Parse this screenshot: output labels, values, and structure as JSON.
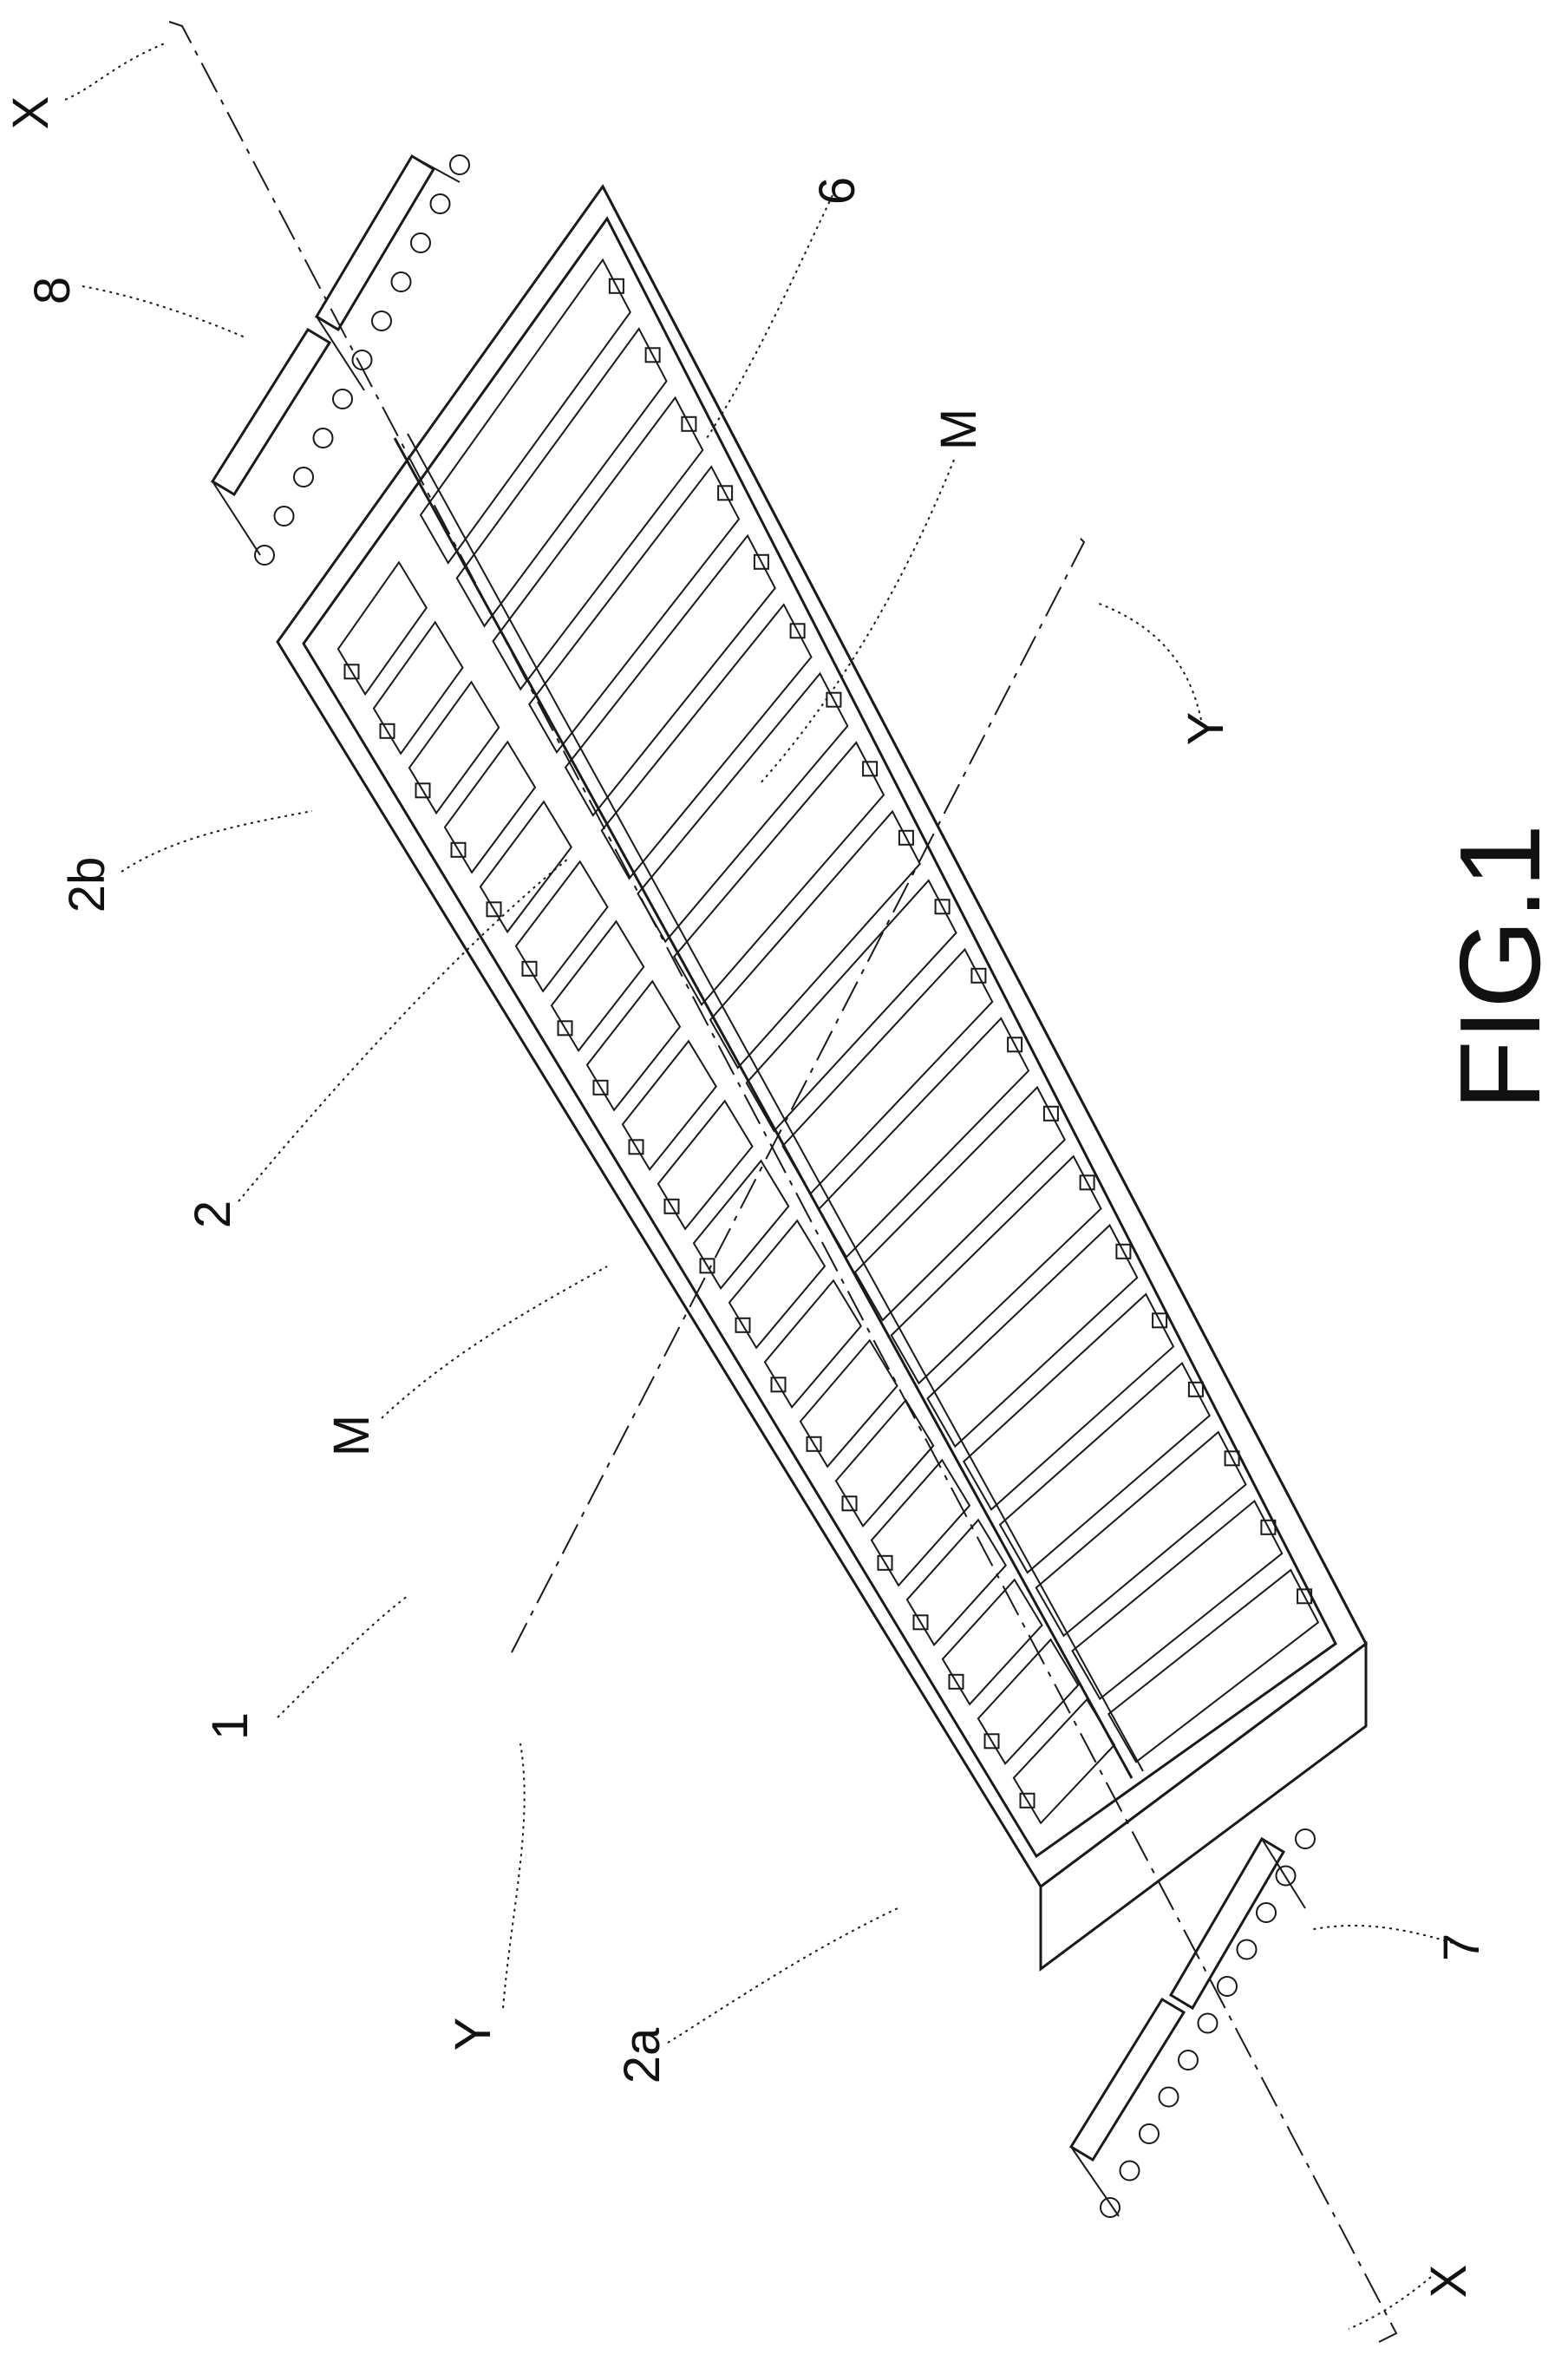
{
  "figure": {
    "caption": "FIG.1"
  },
  "labels": {
    "assembly": "1",
    "frame": "2",
    "frame_end_a": "2a",
    "frame_end_b": "2b",
    "housing": "6",
    "connector_front": "7",
    "connector_rear": "8",
    "module_left": "M",
    "module_right": "M",
    "axis_x_top": "X",
    "axis_x_bottom": "X",
    "axis_y_left": "Y",
    "axis_y_right": "Y"
  },
  "diagram": {
    "module_rows": 2,
    "modules_per_row": 20,
    "line_color": "#1a1a1a",
    "background": "#ffffff"
  }
}
